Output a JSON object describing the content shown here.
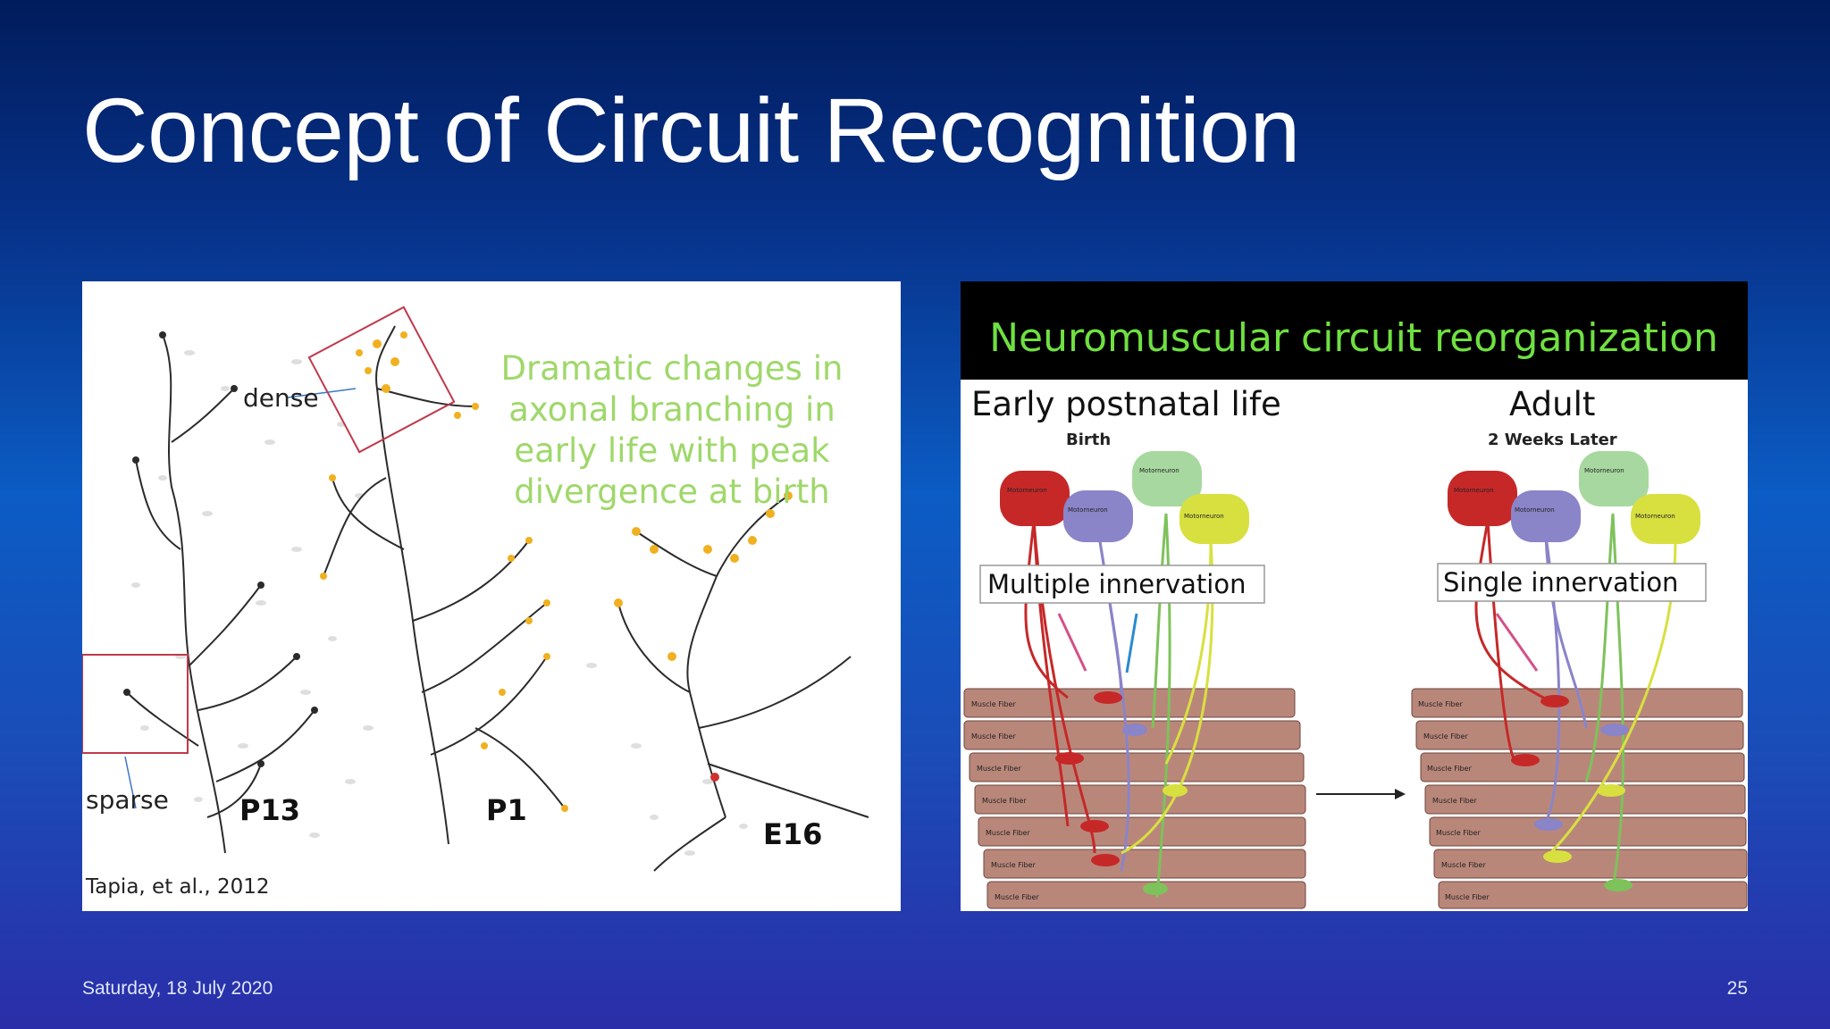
{
  "slide": {
    "title": "Concept of Circuit Recognition",
    "date": "Saturday, 18 July 2020",
    "page_number": "25"
  },
  "left_figure": {
    "caption_lines": [
      "Dramatic changes in",
      "axonal branching in",
      "early life with peak",
      "divergence at birth"
    ],
    "label_dense": "dense",
    "label_sparse": "sparse",
    "label_p13": "P13",
    "label_p1": "P1",
    "label_e16": "E16",
    "citation": "Tapia, et al., 2012",
    "colors": {
      "caption": "#9fd86a",
      "box": "#c0394b",
      "neuron": "#2b2b2b",
      "bouton": "#f0b020"
    }
  },
  "right_figure": {
    "header": "Neuromuscular circuit reorganization",
    "left_heading": "Early postnatal life",
    "left_sub": "Birth",
    "right_heading": "Adult",
    "right_sub": "2 Weeks Later",
    "motoneuron_label": "Motorneuron",
    "muscle_label": "Muscle Fiber",
    "multiple_label": "Multiple innervation",
    "single_label": "Single innervation",
    "colors": {
      "header_bg": "#000000",
      "header_text": "#6fe040",
      "red": "#c62828",
      "purple": "#8a84c8",
      "green": "#7dc25a",
      "yellow": "#d8e040",
      "muscle": "#b9877a"
    }
  }
}
